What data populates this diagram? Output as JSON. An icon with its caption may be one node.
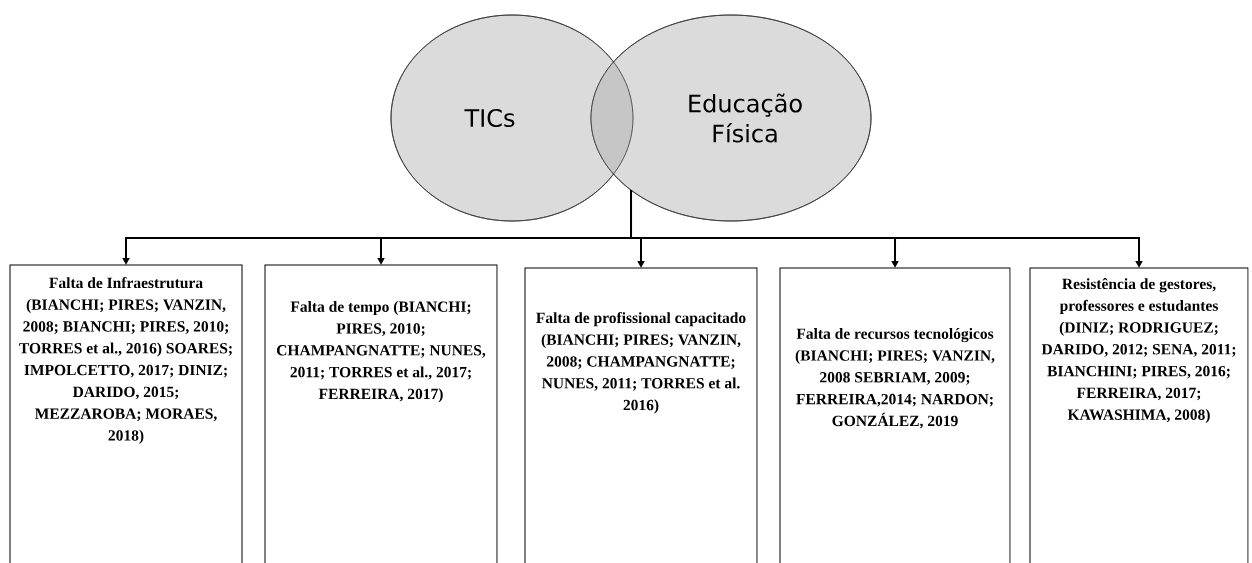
{
  "diagram": {
    "nodes": [
      {
        "text": [
          "TICs"
        ]
      },
      {
        "text": [
          "Educação Física"
        ]
      },
      {
        "text": [
          "Falta de Infraestrutura (BIANCHI; PIRES; VANZIN, 2008; BIANCHI; PIRES, 2010; TORRES et al., 2016) SOARES; IMPOLCETTO, 2017; DINIZ; DARIDO, 2015; MEZZAROBA; MORAES, 2018)"
        ]
      },
      {
        "text": [
          "Falta de tempo (BIANCHI; PIRES, 2010; CHAMPANGNATTE; NUNES, 2011; TORRES et al., 2017; FERREIRA, 2017)"
        ]
      },
      {
        "text": [
          "Falta de profissional capacitado (BIANCHI; PIRES; VANZIN, 2008; CHAMPANGNATTE; NUNES, 2011; TORRES et al. 2016)"
        ]
      },
      {
        "text": [
          "Falta de recursos tecnológicos (BIANCHI; PIRES; VANZIN, 2008 SEBRIAM, 2009; FERREIRA,2014; NARDON; GONZÁLEZ, 2019"
        ]
      },
      {
        "text": [
          "Resistência de gestores, professores e estudantes (DINIZ; RODRIGUEZ; DARIDO, 2012; SENA, 2011; BIANCHINI; PIRES, 2016; FERREIRA, 2017; KAWASHIMA, 2008)"
        ]
      }
    ],
    "edges": [
      {
        "from": null,
        "to": 2,
        "arrow": "to"
      },
      {
        "from": null,
        "to": 3,
        "arrow": "to"
      },
      {
        "from": null,
        "to": 4,
        "arrow": "to"
      },
      {
        "from": null,
        "to": 5,
        "arrow": "to"
      },
      {
        "from": null,
        "to": 6,
        "arrow": "to"
      }
    ]
  }
}
